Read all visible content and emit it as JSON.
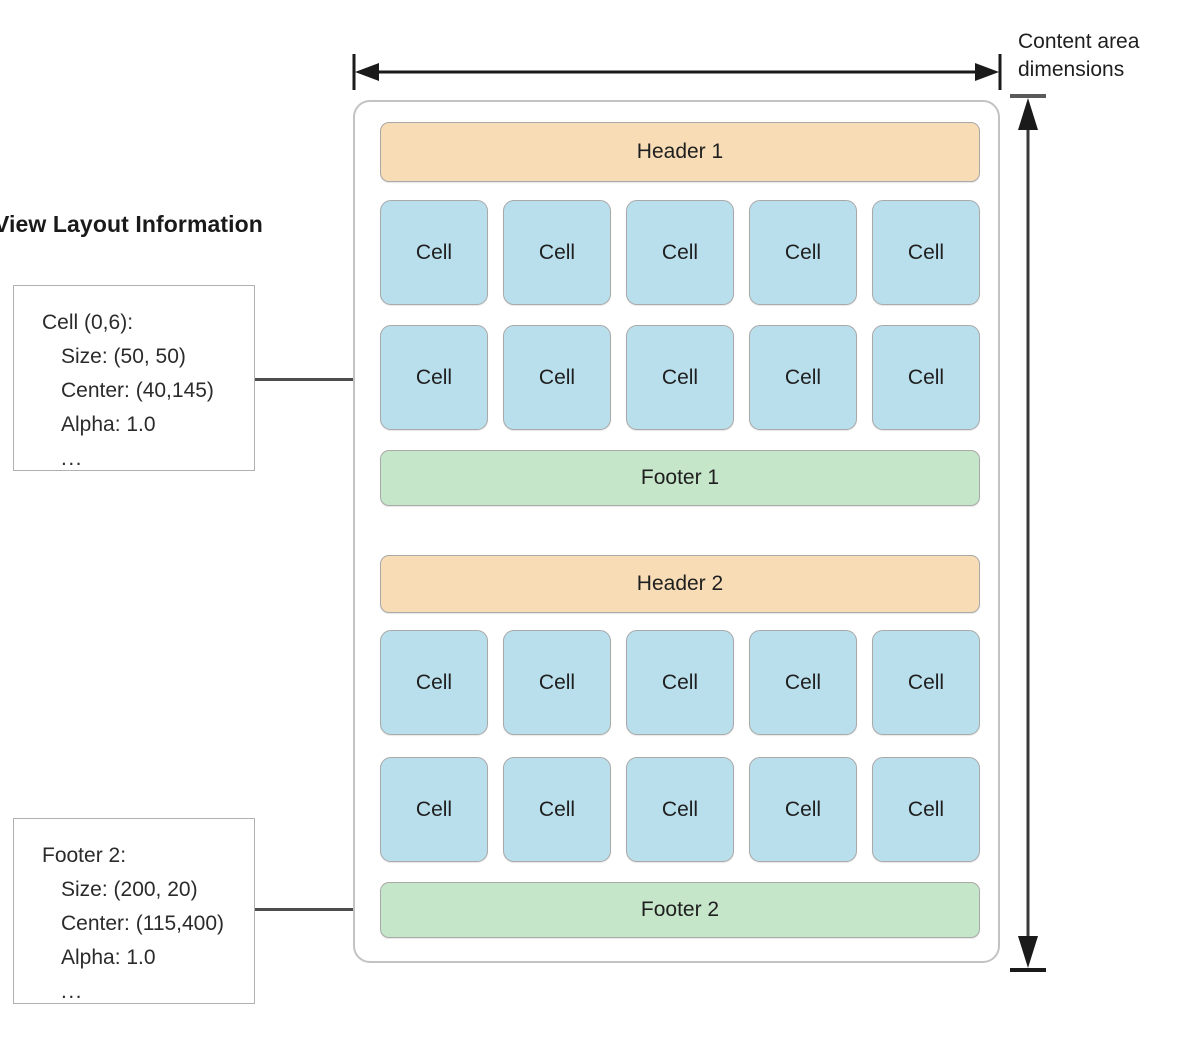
{
  "section": {
    "title": "View Layout Information"
  },
  "annotations": {
    "content_area_label_line1": "Content area",
    "content_area_label_line2": "dimensions",
    "horizontal_arrow_name": "content-area-width-arrow",
    "vertical_arrow_name": "content-area-height-arrow"
  },
  "info_boxes": [
    {
      "id": "cell-info",
      "title": "Cell (0,6):",
      "lines": [
        "Size: (50, 50)",
        "Center: (40,145)",
        "Alpha: 1.0"
      ],
      "ellipsis": "..."
    },
    {
      "id": "footer-info",
      "title": "Footer 2:",
      "lines": [
        "Size: (200, 20)",
        "Center: (115,400)",
        "Alpha: 1.0"
      ],
      "ellipsis": "..."
    }
  ],
  "panel": {
    "sections": [
      {
        "header": "Header 1",
        "rows": [
          [
            "Cell",
            "Cell",
            "Cell",
            "Cell",
            "Cell"
          ],
          [
            "Cell",
            "Cell",
            "Cell",
            "Cell",
            "Cell"
          ]
        ],
        "footer": "Footer 1"
      },
      {
        "header": "Header 2",
        "rows": [
          [
            "Cell",
            "Cell",
            "Cell",
            "Cell",
            "Cell"
          ],
          [
            "Cell",
            "Cell",
            "Cell",
            "Cell",
            "Cell"
          ]
        ],
        "footer": "Footer 2"
      }
    ]
  },
  "colors": {
    "header_fill": "#F7DCB6",
    "footer_fill": "#C6E6C9",
    "cell_fill": "#B9DFEC",
    "shape_stroke": "#A9A9A9",
    "panel_stroke": "#C3C3C3",
    "text": "#1F1F1F",
    "arrow": "#1A1A1A",
    "connector": "#4D4D4D"
  }
}
